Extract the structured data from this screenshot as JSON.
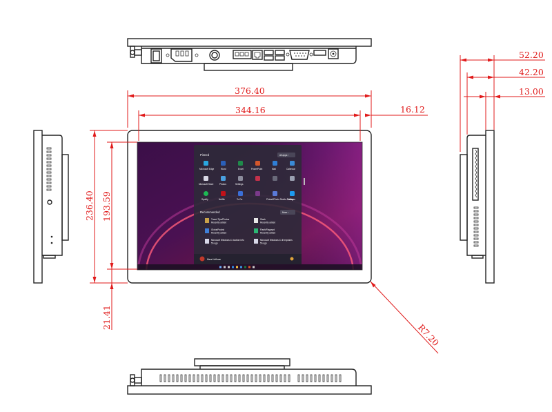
{
  "dimensions": {
    "overall_width": "376.40",
    "screen_width": "344.16",
    "bezel_side": "16.12",
    "overall_height": "236.40",
    "screen_height": "193.59",
    "bezel_bottom": "21.41",
    "corner_radius": "R7.20",
    "side_depth_total": "52.20",
    "side_depth_mid": "42.20",
    "side_depth_panel": "13.00"
  },
  "start_menu": {
    "pinned_label": "Pinned",
    "all_apps_label": "All apps  ›",
    "apps_row1": [
      "Microsoft Edge",
      "Word",
      "Excel",
      "PowerPoint",
      "Mail",
      "Calendar"
    ],
    "apps_row2": [
      "Microsoft Store",
      "Photos",
      "Settings",
      "",
      "",
      ""
    ],
    "apps_row3": [
      "Spotify",
      "Netflix",
      "To Do",
      "",
      "Pinball/Photo Studio Collages",
      "Twitter"
    ],
    "recommended_label": "Recommended",
    "more_label": "More  ›",
    "recommended": [
      {
        "name": "Travel Tips/Photos",
        "sub": "Recently added"
      },
      {
        "name": "Slack",
        "sub": "Recently added"
      },
      {
        "name": "GlobalPodcst",
        "sub": "Recently added"
      },
      {
        "name": "Flash/Flappyrd",
        "sub": "Recently added"
      },
      {
        "name": "Microsoft Windows 11 toolbar info",
        "sub": "5h ago"
      },
      {
        "name": "Microsoft Windows 11 lit explains",
        "sub": "5h ago"
      }
    ],
    "user_name": "Mara Hoffman"
  },
  "colors": {
    "dimension_lines": "#e01a1a",
    "outline": "#222222",
    "wallpaper_dark": "#2a0a3a",
    "wallpaper_glow": "#ff3f7a"
  }
}
